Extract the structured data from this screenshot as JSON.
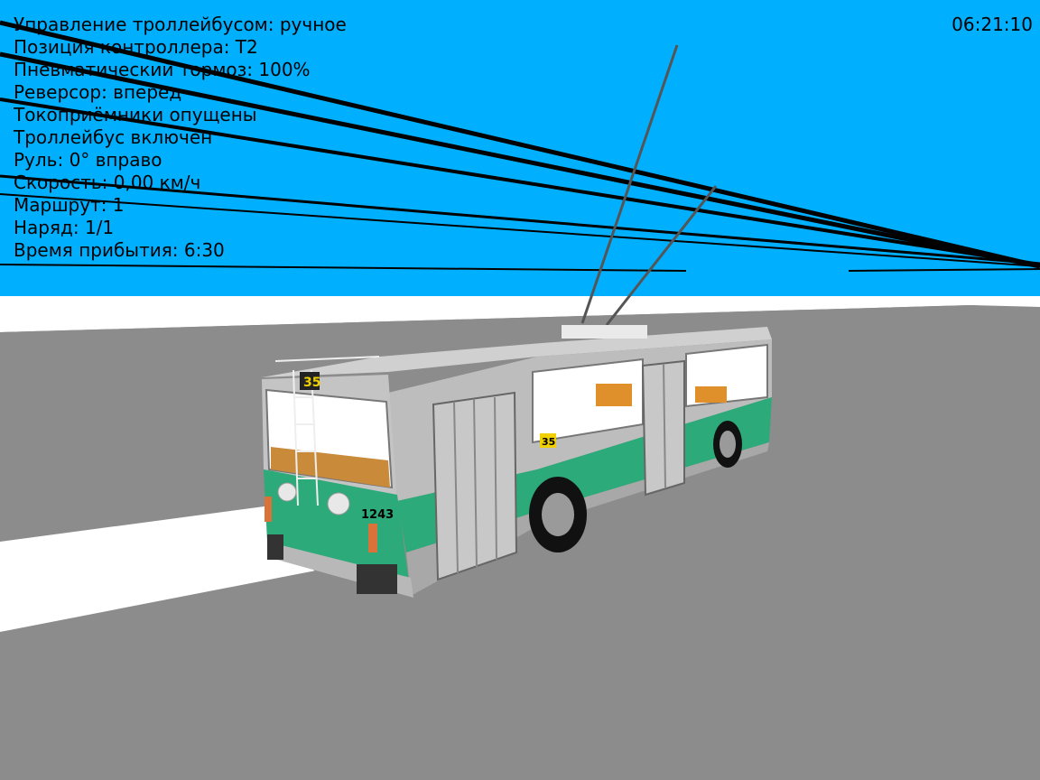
{
  "hud": {
    "control_mode": "Управление троллейбусом: ручное",
    "controller_position": "Позиция контроллера: T2",
    "pneumatic_brake": "Пневматический тормоз: 100%",
    "reverser": "Реверсор: вперед",
    "pantographs": "Токоприёмники опущены",
    "power_state": "Троллейбус включен",
    "steering": "Руль: 0° вправо",
    "speed": "Скорость: 0,00 км/ч",
    "route": "Маршрут: 1",
    "shift": "Наряд: 1/1",
    "arrival_time": "Время прибытия: 6:30"
  },
  "clock": "06:21:10",
  "vehicle": {
    "route_sign": "35",
    "side_route_sign": "35",
    "fleet_number": "1243"
  },
  "colors": {
    "sky": "#00b0ff",
    "ground": "#ffffff",
    "road": "#8c8c8c",
    "body_green": "#2daa7a",
    "body_grey": "#b8b8b8"
  }
}
